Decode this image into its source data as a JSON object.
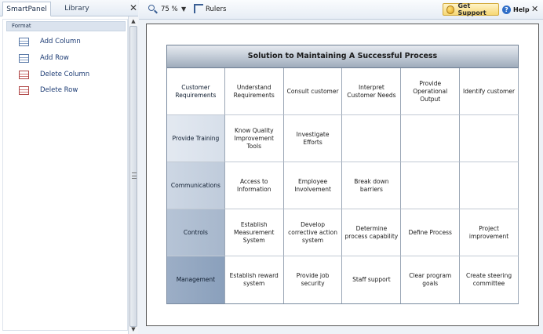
{
  "smart_panel": {
    "tabs": [
      {
        "label": "SmartPanel",
        "active": true
      },
      {
        "label": "Library",
        "active": false
      }
    ],
    "close": "✕",
    "section": "Format",
    "items": [
      {
        "label": "Add Column",
        "icon": "add-column-icon"
      },
      {
        "label": "Add Row",
        "icon": "add-row-icon"
      },
      {
        "label": "Delete Column",
        "icon": "delete-column-icon"
      },
      {
        "label": "Delete Row",
        "icon": "delete-row-icon"
      }
    ]
  },
  "toolbar": {
    "zoom": "75 %",
    "zoom_dropdown": "▼",
    "rulers": "Rulers",
    "get_support": "Get Support",
    "help": "Help",
    "help_glyph": "?",
    "close": "✕"
  },
  "matrix": {
    "title": "Solution to Maintaining A Successful Process",
    "rows": [
      {
        "header": "Customer Requirements",
        "cells": [
          "Understand Requirements",
          "Consult customer",
          "Interpret Customer Needs",
          "Provide Operational Output",
          "Identify customer"
        ]
      },
      {
        "header": "Provide Training",
        "cells": [
          "Know Quality Improvement Tools",
          "Investigate Efforts",
          "",
          "",
          ""
        ]
      },
      {
        "header": "Communications",
        "cells": [
          "Access to Information",
          "Employee Involvement",
          "Break down barriers",
          "",
          ""
        ]
      },
      {
        "header": "Controls",
        "cells": [
          "Establish Measurement System",
          "Develop corrective action system",
          "Determine process capability",
          "Define Process",
          "Project improvement"
        ]
      },
      {
        "header": "Management",
        "cells": [
          "Establish reward system",
          "Provide job security",
          "Staff support",
          "Clear program goals",
          "Create steering committee"
        ]
      }
    ]
  },
  "colors": {
    "title_band": "#b3bfcc",
    "header_dark": "#8aa0bc",
    "support_button": "#f6d774"
  }
}
